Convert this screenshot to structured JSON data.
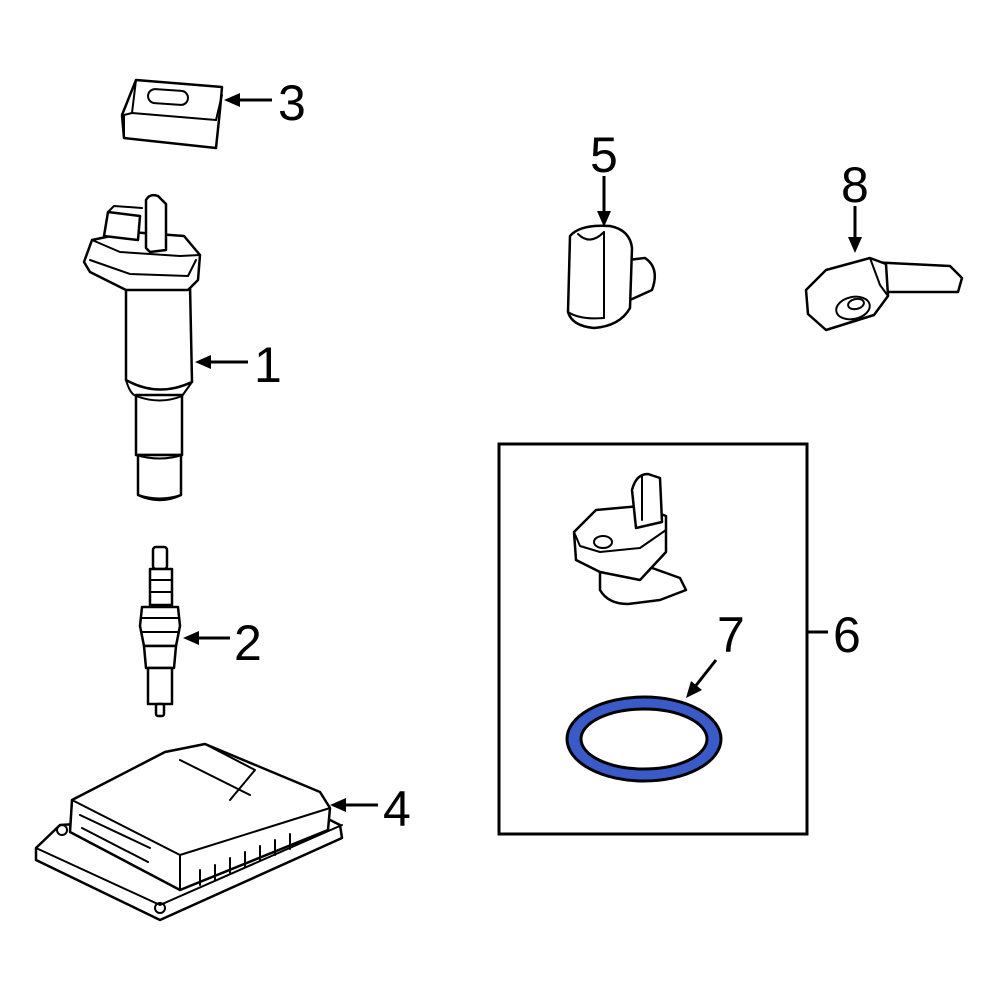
{
  "diagram": {
    "highlight_color": "#3a5bc7",
    "callouts": [
      {
        "id": "part-1",
        "label": "1"
      },
      {
        "id": "part-2",
        "label": "2"
      },
      {
        "id": "part-3",
        "label": "3"
      },
      {
        "id": "part-4",
        "label": "4"
      },
      {
        "id": "part-5",
        "label": "5"
      },
      {
        "id": "part-6",
        "label": "6"
      },
      {
        "id": "part-7",
        "label": "7"
      },
      {
        "id": "part-8",
        "label": "8"
      }
    ],
    "parts_depicted": [
      {
        "label": "1",
        "icon": "ignition-coil-icon"
      },
      {
        "label": "2",
        "icon": "spark-plug-icon"
      },
      {
        "label": "3",
        "icon": "coil-clip-icon"
      },
      {
        "label": "4",
        "icon": "engine-control-module-icon"
      },
      {
        "label": "5",
        "icon": "position-sensor-icon"
      },
      {
        "label": "6",
        "icon": "sensor-kit-box-icon"
      },
      {
        "label": "7",
        "icon": "o-ring-icon"
      },
      {
        "label": "8",
        "icon": "bracket-sensor-icon"
      }
    ]
  }
}
